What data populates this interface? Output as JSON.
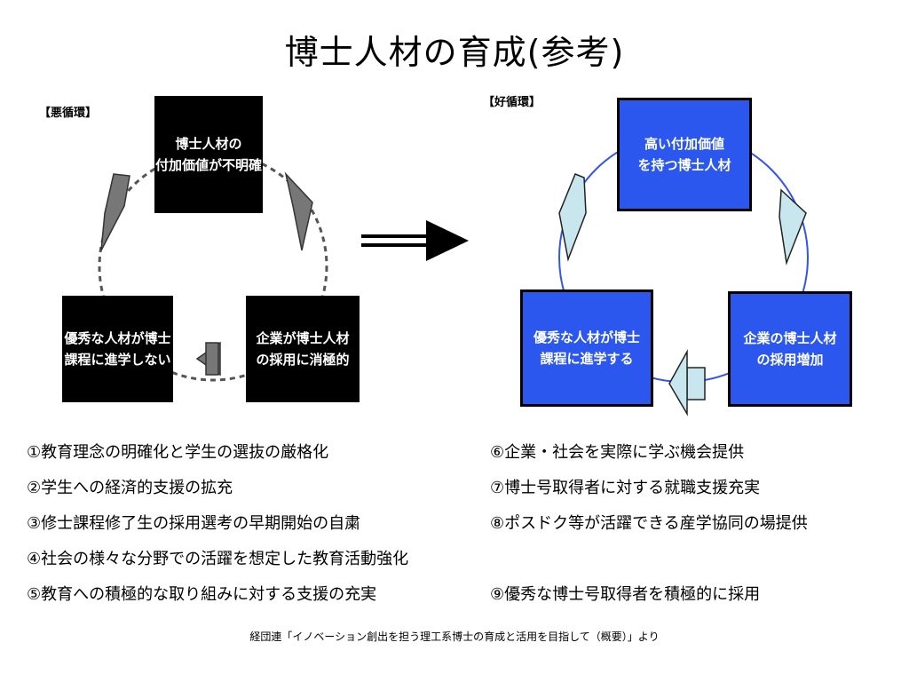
{
  "title": "博士人材の育成(参考)",
  "left_cycle": {
    "tag": "【悪循環】",
    "top": [
      "博士人材の",
      "付加価値が不明確"
    ],
    "right": [
      "企業が博士人材",
      "の採用に消極的"
    ],
    "left": [
      "優秀な人材が博士",
      "課程に進学しない"
    ]
  },
  "right_cycle": {
    "tag": "【好循環】",
    "top": [
      "高い付加価値",
      "を持つ博士人材"
    ],
    "right": [
      "企業の博士人材",
      "の採用増加"
    ],
    "left": [
      "優秀な人材が博士",
      "課程に進学する"
    ]
  },
  "measures_left": [
    "①教育理念の明確化と学生の選抜の厳格化",
    "②学生への経済的支援の拡充",
    "③修士課程修了生の採用選考の早期開始の自粛",
    "④社会の様々な分野での活躍を想定した教育活動強化",
    "⑤教育への積極的な取り組みに対する支援の充実"
  ],
  "measures_right": [
    "⑥企業・社会を実際に学ぶ機会提供",
    "⑦博士号取得者に対する就職支援充実",
    "⑧ポスドク等が活躍できる産学協同の場提供",
    "",
    "⑨優秀な博士号取得者を積極的に採用"
  ],
  "source": "経団連「イノベーション創出を担う理工系博士の育成と活用を目指して（概要）」より",
  "colors": {
    "blue_box": "#2b57ee",
    "light_arrow": "#c8e6ee",
    "gray_arrow": "#777777",
    "blue_line": "#3355ee"
  }
}
